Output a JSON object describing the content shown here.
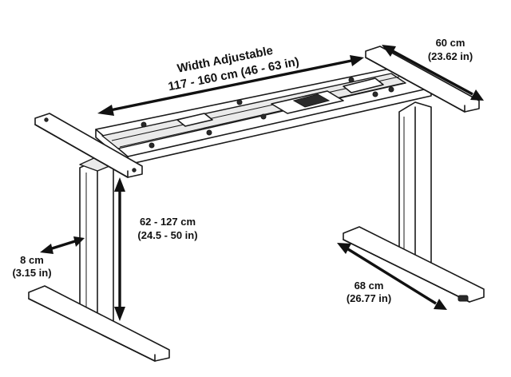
{
  "labels": {
    "width_title": "Width Adjustable",
    "width_range": "117 - 160 cm (46 - 63 in)",
    "depth_cm": "60 cm",
    "depth_in": "(23.62 in)",
    "height_cm": "62 - 127 cm",
    "height_in": "(24.5 - 50 in)",
    "leg_cm": "8 cm",
    "leg_in": "(3.15 in)",
    "foot_cm": "68 cm",
    "foot_in": "(26.77 in)"
  }
}
